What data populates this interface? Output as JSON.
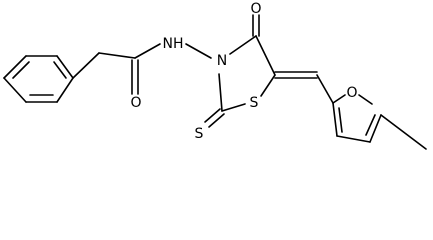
{
  "atoms": {
    "nh": "NH",
    "n": "N",
    "o_ketone": "O",
    "o_amide": "O",
    "s_ring": "S",
    "s_thione": "S",
    "o_furan": "O"
  }
}
